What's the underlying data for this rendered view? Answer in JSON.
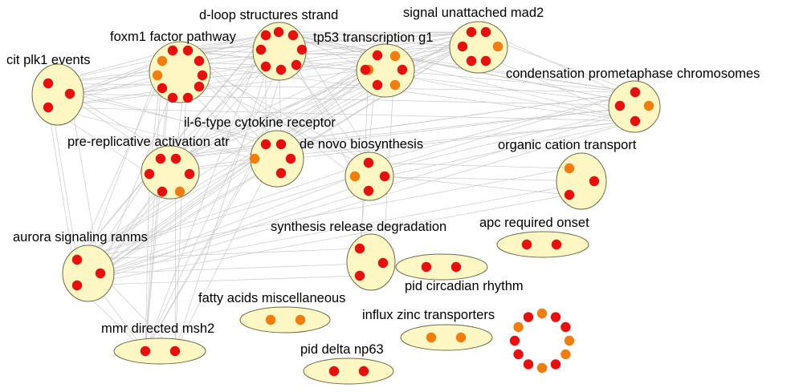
{
  "colors": {
    "cluster_fill": "#fdf7c3",
    "node_red": "#e8100e",
    "node_orange": "#f07d0e",
    "edge": "#c9c9c9"
  },
  "clusters": [
    {
      "id": "cit-plk1-events",
      "label": "cit plk1 events",
      "nodes": [
        "red",
        "red",
        "red"
      ]
    },
    {
      "id": "foxm1-factor-pathway",
      "label": "foxm1 factor pathway",
      "nodes": [
        "red",
        "red",
        "orange",
        "red",
        "orange",
        "red",
        "red",
        "red",
        "red",
        "red"
      ]
    },
    {
      "id": "d-loop-structures-strand",
      "label": "d-loop structures strand",
      "nodes": [
        "red",
        "red",
        "red",
        "red",
        "red",
        "red",
        "red",
        "red"
      ]
    },
    {
      "id": "tp53-transcription-g1",
      "label": "tp53 transcription g1",
      "nodes": [
        "red",
        "orange",
        "orange",
        "red",
        "red",
        "orange",
        "red"
      ]
    },
    {
      "id": "signal-unattached-mad2",
      "label": "signal unattached mad2",
      "nodes": [
        "red",
        "red",
        "red",
        "orange",
        "red",
        "red"
      ]
    },
    {
      "id": "condensation-prometaphase-chromosomes",
      "label": "condensation prometaphase chromosomes",
      "nodes": [
        "red",
        "orange",
        "red",
        "red"
      ]
    },
    {
      "id": "il-6-type-cytokine-receptor",
      "label": "il-6-type cytokine receptor",
      "nodes": [
        "red",
        "red",
        "orange",
        "red",
        "red"
      ]
    },
    {
      "id": "pre-replicative-activation-atr",
      "label": "pre-replicative activation atr",
      "nodes": [
        "red",
        "red",
        "red",
        "red",
        "orange",
        "red"
      ]
    },
    {
      "id": "de-novo-biosynthesis",
      "label": "de novo biosynthesis",
      "nodes": [
        "red",
        "orange",
        "red",
        "red"
      ]
    },
    {
      "id": "organic-cation-transport",
      "label": "organic cation transport",
      "nodes": [
        "orange",
        "red",
        "red"
      ]
    },
    {
      "id": "apc-required-onset",
      "label": "apc required onset",
      "nodes": [
        "red",
        "red"
      ]
    },
    {
      "id": "aurora-signaling-ranms",
      "label": "aurora signaling ranms",
      "nodes": [
        "red",
        "red",
        "red"
      ]
    },
    {
      "id": "synthesis-release-degradation",
      "label": "synthesis release degradation",
      "nodes": [
        "red",
        "red",
        "red"
      ]
    },
    {
      "id": "pid-circadian-rhythm",
      "label": "pid circadian rhythm",
      "nodes": [
        "red",
        "red"
      ]
    },
    {
      "id": "fatty-acids-miscellaneous",
      "label": "fatty acids miscellaneous",
      "nodes": [
        "orange",
        "orange"
      ]
    },
    {
      "id": "influx-zinc-transporters",
      "label": "influx zinc transporters",
      "nodes": [
        "orange",
        "orange"
      ]
    },
    {
      "id": "mmr-directed-msh2",
      "label": "mmr directed msh2",
      "nodes": [
        "red",
        "red"
      ]
    },
    {
      "id": "pid-delta-np63",
      "label": "pid delta np63",
      "nodes": [
        "red",
        "red"
      ]
    }
  ],
  "unclustered_nodes": [
    "orange",
    "red",
    "red",
    "orange",
    "orange",
    "red",
    "orange",
    "red",
    "red",
    "red",
    "orange",
    "red"
  ]
}
